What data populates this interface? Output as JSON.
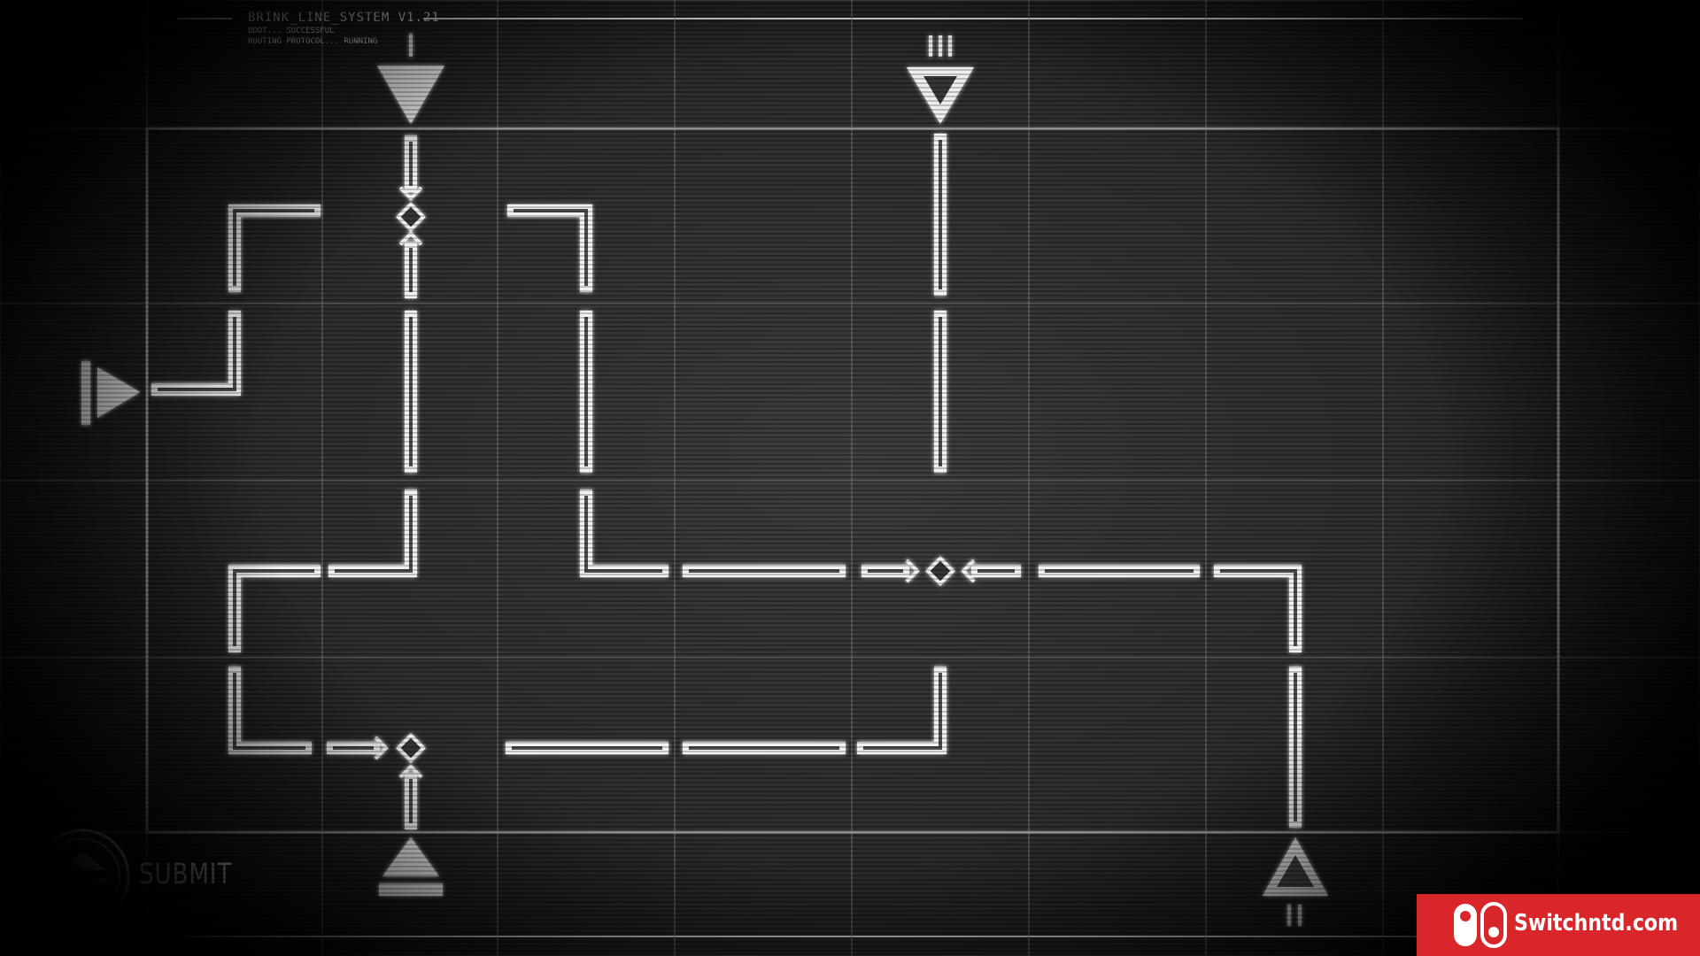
{
  "header": {
    "title": "BRINK_LINE_SYSTEM V1.21",
    "line1": "BOOT... SUCCESSFUL",
    "line2": "ROUTING PROTOCOL... RUNNING"
  },
  "ports": {
    "top_left_marker": "I",
    "top_right_marker": "III",
    "bottom_right_marker": "II"
  },
  "submit": {
    "label": "SUBMIT",
    "icon": "submit-button-icon"
  },
  "watermark": {
    "text": "Switchntd.com",
    "logo": "nintendo-switch-logo-icon",
    "color": "#d8262a"
  },
  "colors": {
    "pipe": "#f2f2f2",
    "pipe_inner": "#5a5a5a",
    "grid": "#7a7a7a"
  }
}
